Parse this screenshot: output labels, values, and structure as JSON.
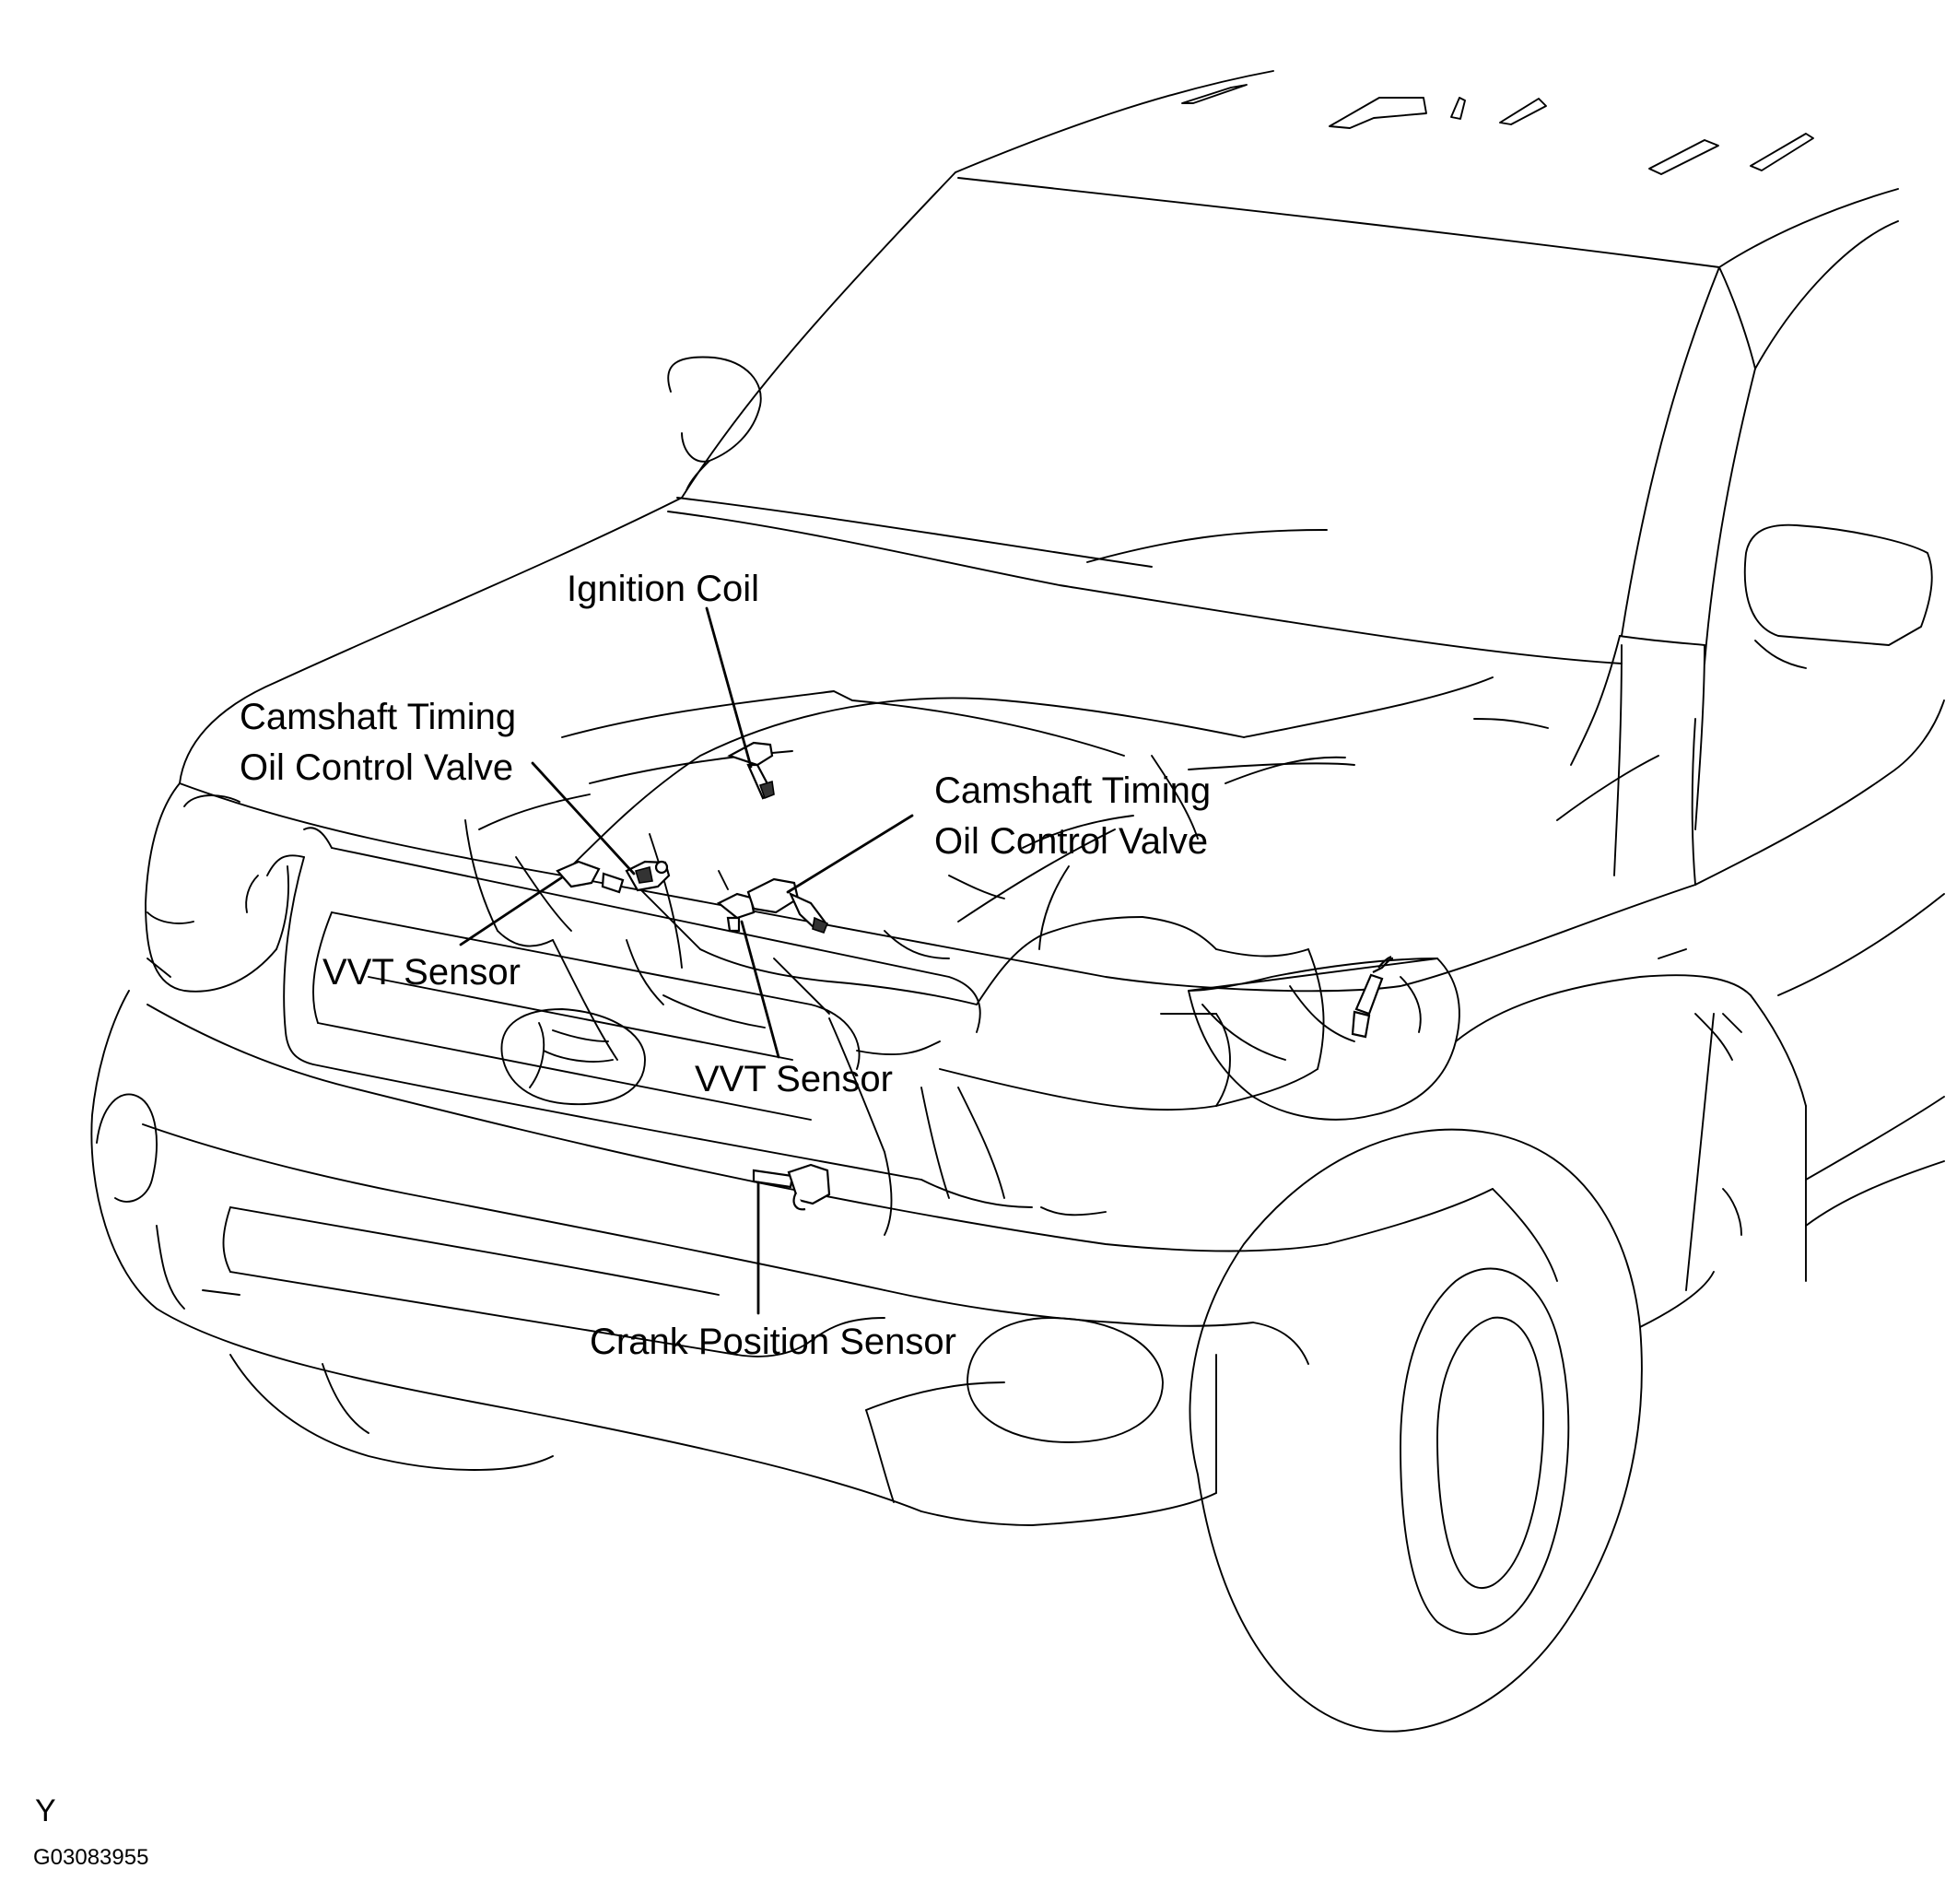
{
  "labels": {
    "ignition_coil": "Ignition Coil",
    "cam_ocv_left": [
      "Camshaft Timing",
      "Oil Control Valve"
    ],
    "cam_ocv_right": [
      "Camshaft Timing",
      "Oil Control Valve"
    ],
    "vvt_left": "VVT Sensor",
    "vvt_right": "VVT Sensor",
    "crank_sensor": "Crank Position Sensor"
  },
  "footer": {
    "view_letter": "Y",
    "figure_code": "G03083955"
  }
}
